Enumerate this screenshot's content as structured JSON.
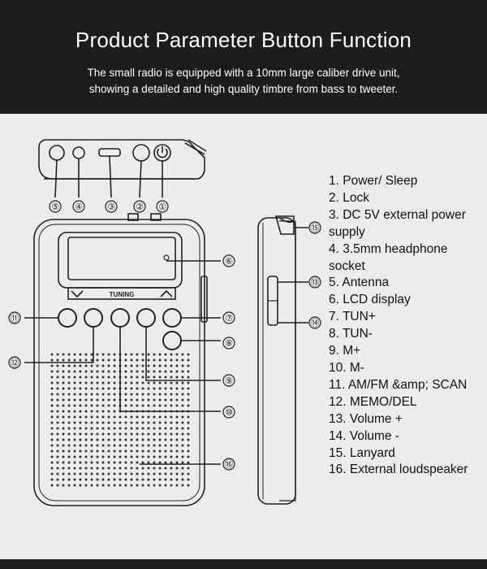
{
  "header": {
    "title": "Product Parameter Button Function",
    "subtitle_line1": "The small radio is equipped with a 10mm large caliber drive unit,",
    "subtitle_line2": "showing a detailed and high quality timbre from bass to tweeter."
  },
  "device": {
    "tuning_label": "TUNING"
  },
  "callouts": [
    "⑤",
    "④",
    "③",
    "②",
    "①",
    "⑥",
    "⑦",
    "⑧",
    "⑨",
    "⑩",
    "⑪",
    "⑫",
    "⑮",
    "⑬",
    "⑭",
    "⑯"
  ],
  "legend": [
    "1. Power/ Sleep",
    "2. Lock",
    "3. DC 5V external power",
    "supply",
    "4. 3.5mm headphone",
    "socket",
    "5. Antenna",
    "6. LCD display",
    "7. TUN+",
    "8. TUN-",
    "9. M+",
    "10. M-",
    "11. AM/FM &amp; SCAN",
    "12. MEMO/DEL",
    "13. Volume +",
    "14. Volume -",
    "15. Lanyard",
    "16. External loudspeaker"
  ],
  "colors": {
    "header_bg": "#1c1c1c",
    "diagram_bg": "#ececec",
    "line": "#222222"
  }
}
